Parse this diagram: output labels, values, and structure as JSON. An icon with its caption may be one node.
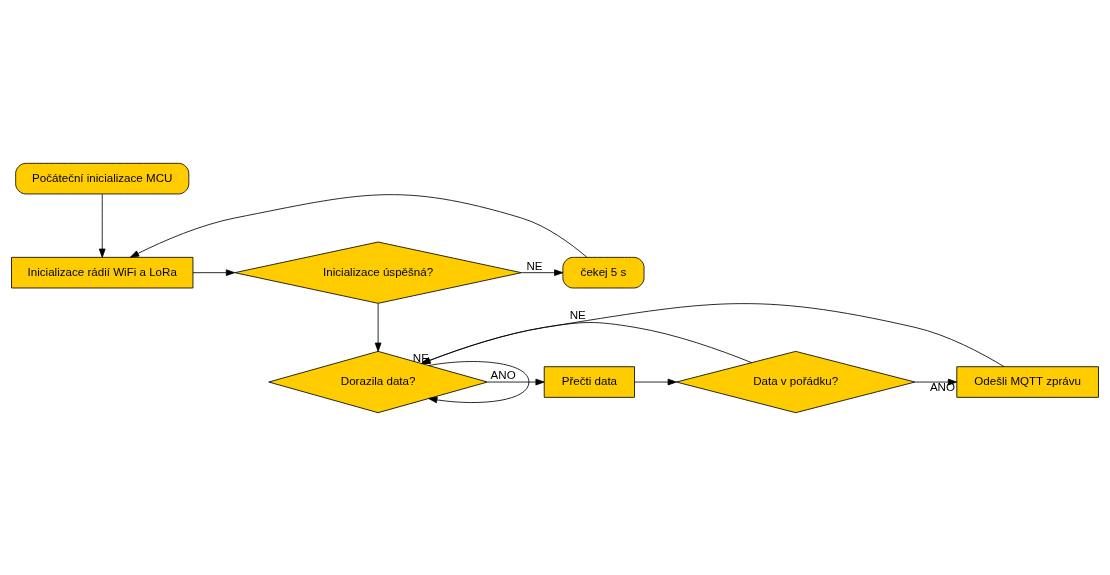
{
  "diagram": {
    "nodes": [
      {
        "text": [
          "Počáteční inicializace MCU"
        ]
      },
      {
        "text": [
          "Inicializace rádií WiFi a LoRa"
        ]
      },
      {
        "text": [
          "čekej 5 s"
        ]
      },
      {
        "text": [
          "Inicializace úspěšná?"
        ]
      },
      {
        "text": [
          "Dorazila data?"
        ]
      },
      {
        "text": [
          "Přečti data"
        ]
      },
      {
        "text": [
          "Data v pořádku?"
        ]
      },
      {
        "text": [
          "Odešli MQTT zprávu"
        ]
      }
    ],
    "edges": [
      {
        "from": 0,
        "to": 1,
        "arrow": "to"
      },
      {
        "from": 1,
        "to": 3,
        "arrow": "to"
      },
      {
        "from": 3,
        "to": 2,
        "arrow": "to",
        "label": "NE"
      },
      {
        "from": 2,
        "to": 1,
        "arrow": "to"
      },
      {
        "from": 3,
        "to": 4,
        "arrow": "to"
      },
      {
        "from": 4,
        "to": 5,
        "arrow": "to",
        "label": "ANO"
      },
      {
        "from": 5,
        "to": 6,
        "arrow": "to"
      },
      {
        "from": 6,
        "to": 7,
        "arrow": "to",
        "label": "ANO"
      },
      {
        "from": 6,
        "to": 4,
        "arrow": "to",
        "label": "NE"
      },
      {
        "from": 7,
        "to": 4,
        "arrow": "to"
      },
      {
        "from": 4,
        "to": 4,
        "arrow": "to",
        "label": "NE"
      }
    ]
  }
}
